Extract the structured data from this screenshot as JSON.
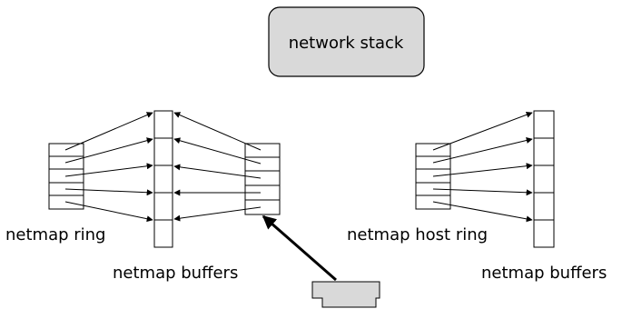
{
  "network_stack": {
    "label": "network stack",
    "fill": "#d9d9d9"
  },
  "left_group": {
    "ring_label": "netmap ring",
    "buffers_label": "netmap buffers"
  },
  "right_group": {
    "ring_label": "netmap host ring",
    "buffers_label": "netmap buffers"
  },
  "nic": {
    "fill": "#d9d9d9"
  }
}
